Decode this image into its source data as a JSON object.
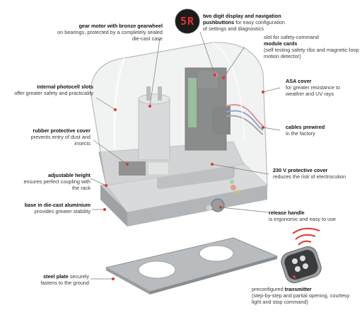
{
  "display_digits": "5R",
  "colors": {
    "accent": "#e4342f"
  },
  "callouts": [
    {
      "id": "gear-motor",
      "title": "gear motor with bronze gearwheel",
      "text": "on bearings, protected by a completely sealed die-cast case"
    },
    {
      "id": "display",
      "title": "two digit display and navigation pushbuttons",
      "text": "for easy configuration of settings and diagnostics"
    },
    {
      "id": "slot",
      "pre": "slot for safety-command",
      "title": "module cards",
      "text": "(self testing safety ribs and magnetic-loop motion detector)"
    },
    {
      "id": "photocell",
      "title": "internal photocell slots",
      "text": "offer greater safety and practicality"
    },
    {
      "id": "asa",
      "title": "ASA cover",
      "text": "for greater resistance to weather and UV rays"
    },
    {
      "id": "rubber",
      "title": "rubber protective cover",
      "text": "prevents entry of dust and insects"
    },
    {
      "id": "cables",
      "title": "cables prewired",
      "text": "in the factory"
    },
    {
      "id": "height",
      "title": "adjustable height",
      "text": "ensures perfect coupling with the rack"
    },
    {
      "id": "cover230",
      "title": "230 V protective cover",
      "text": "reduces the risk of electrocution"
    },
    {
      "id": "base",
      "title": "base in die-cast aluminium",
      "text": "provides greater stability"
    },
    {
      "id": "release",
      "title": "release handle",
      "text": "is ergonomic and easy to use"
    },
    {
      "id": "plate",
      "title": "steel plate",
      "text": "securely fastens to the ground"
    },
    {
      "id": "transmitter",
      "pre": "preconfigured",
      "title": "transmitter",
      "text": "(step-by-step and partial opening, courtesy light and stop command)"
    }
  ]
}
